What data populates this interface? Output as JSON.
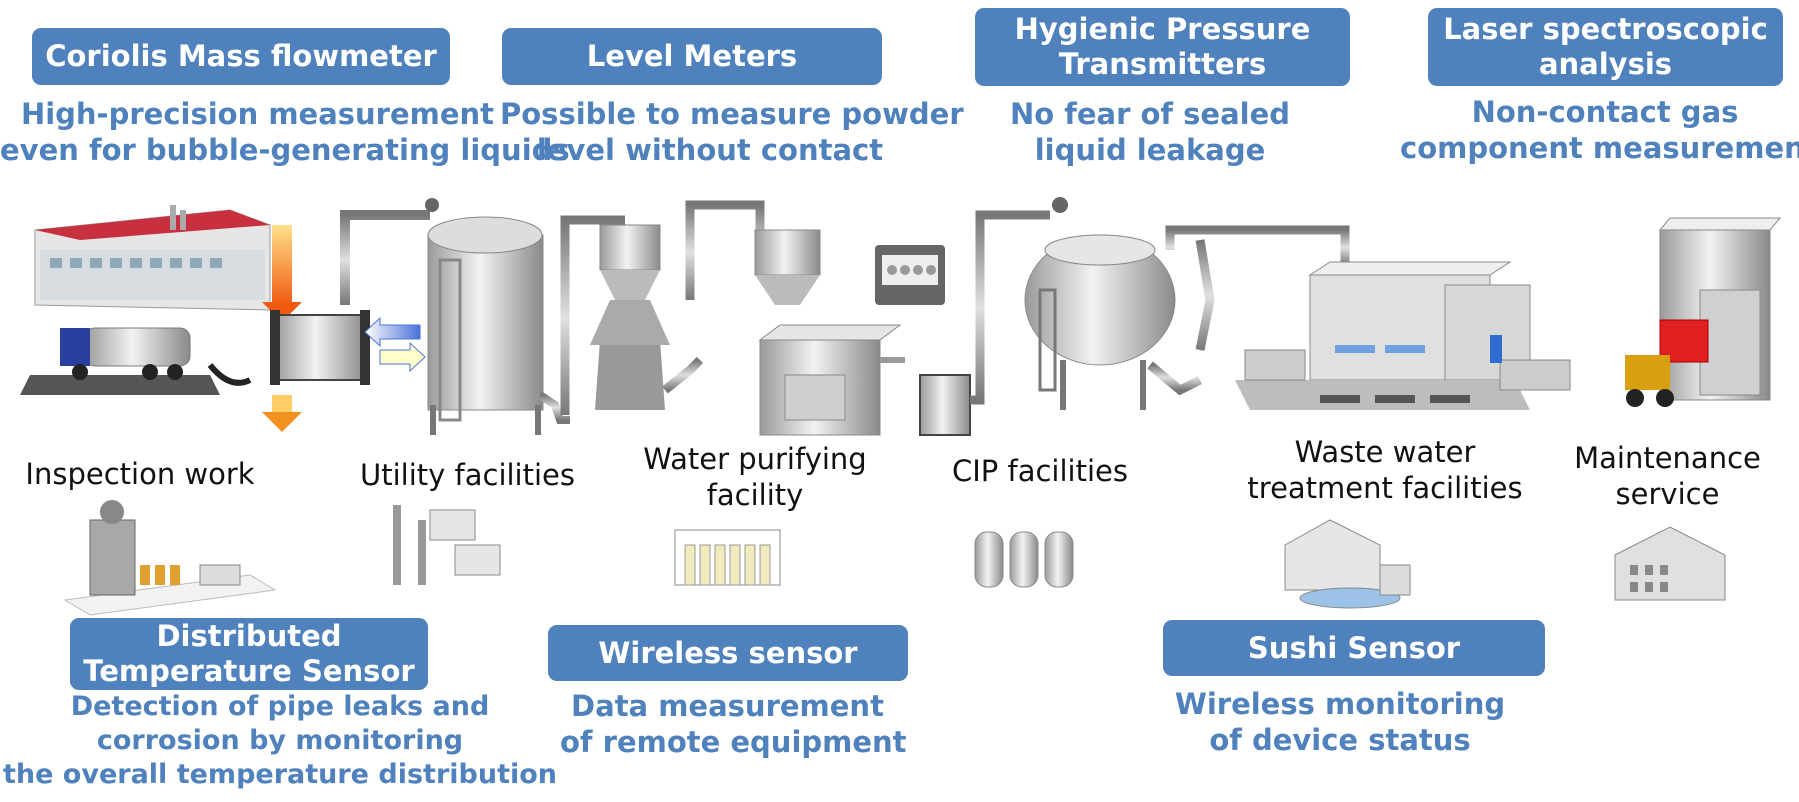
{
  "products": {
    "coriolis": {
      "title": "Coriolis Mass flowmeter",
      "desc1": "High-precision measurement",
      "desc2": "even for bubble-generating liquids"
    },
    "level": {
      "title": "Level Meters",
      "desc1": "Possible to measure powder",
      "desc2": "level without contact"
    },
    "hygienic": {
      "title1": "Hygienic Pressure",
      "title2": "Transmitters",
      "desc1": "No fear of sealed",
      "desc2": "liquid leakage"
    },
    "laser": {
      "title1": "Laser spectroscopic",
      "title2": "analysis",
      "desc1": "Non-contact gas",
      "desc2": "component measurement"
    },
    "dts": {
      "title1": "Distributed",
      "title2": "Temperature Sensor",
      "desc1": "Detection of pipe leaks and",
      "desc2": "corrosion by monitoring",
      "desc3": "the overall temperature distribution"
    },
    "wireless": {
      "title": "Wireless sensor",
      "desc1": "Data measurement",
      "desc2": "of remote equipment"
    },
    "sushi": {
      "title": "Sushi Sensor",
      "desc1": "Wireless monitoring",
      "desc2": "of device status"
    }
  },
  "facilities": {
    "inspection": "Inspection work",
    "utility": "Utility facilities",
    "water1": "Water purifying",
    "water2": "facility",
    "cip": "CIP facilities",
    "waste1": "Waste water",
    "waste2": "treatment facilities",
    "maint1": "Maintenance",
    "maint2": "service"
  },
  "colors": {
    "accent": "#4f81bd",
    "text": "#111111",
    "equipment": "#c8c8c8"
  }
}
